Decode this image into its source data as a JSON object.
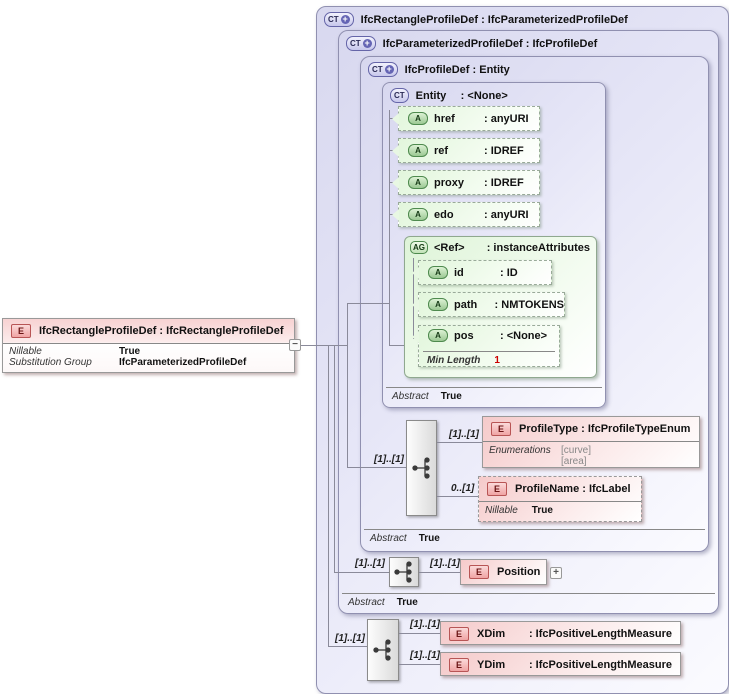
{
  "types": [
    {
      "badge_text": "CT",
      "plus_glyph": "+",
      "title": "IfcRectangleProfileDef : IfcParameterizedProfileDef"
    },
    {
      "badge_text": "CT",
      "plus_glyph": "+",
      "title": "IfcParameterizedProfileDef : IfcProfileDef",
      "abstract_label": "Abstract",
      "abstract_value": "True"
    },
    {
      "badge_text": "CT",
      "plus_glyph": "+",
      "title": "IfcProfileDef : Entity",
      "abstract_label": "Abstract",
      "abstract_value": "True"
    },
    {
      "badge_text": "CT",
      "name": "Entity",
      "type": ": <None>",
      "abstract_label": "Abstract",
      "abstract_value": "True"
    }
  ],
  "entity_attrs": [
    {
      "badge": "A",
      "name": "href",
      "type": ": anyURI"
    },
    {
      "badge": "A",
      "name": "ref",
      "type": ": IDREF"
    },
    {
      "badge": "A",
      "name": "proxy",
      "type": ": IDREF"
    },
    {
      "badge": "A",
      "name": "edo",
      "type": ": anyURI"
    }
  ],
  "attr_group": {
    "badge": "AG",
    "name": "<Ref>",
    "type": ": instanceAttributes",
    "attrs": [
      {
        "badge": "A",
        "name": "id",
        "type": ": ID"
      },
      {
        "badge": "A",
        "name": "path",
        "type": ": NMTOKENS"
      },
      {
        "badge": "A",
        "name": "pos",
        "type": ": <None>",
        "facet_label": "Min Length",
        "facet_value": "1"
      }
    ]
  },
  "root": {
    "badge": "E",
    "title": "IfcRectangleProfileDef : IfcRectangleProfileDef",
    "collapse_glyph": "−",
    "props": [
      {
        "label": "Nillable",
        "value": "True"
      },
      {
        "label": "Substitution Group",
        "value": "IfcParameterizedProfileDef"
      }
    ]
  },
  "seq_cards": {
    "s1": "[1]..[1]",
    "s2": "[1]..[1]",
    "s3": "[1]..[1]"
  },
  "children": {
    "profile_type": {
      "card": "[1]..[1]",
      "badge": "E",
      "title": "ProfileType : IfcProfileTypeEnum",
      "enum_label": "Enumerations",
      "enums": [
        "[curve]",
        "[area]"
      ]
    },
    "profile_name": {
      "card": "0..[1]",
      "badge": "E",
      "title": "ProfileName : IfcLabel",
      "prop_label": "Nillable",
      "prop_value": "True"
    },
    "position": {
      "card": "[1]..[1]",
      "badge": "E",
      "title": "Position",
      "expand_glyph": "+"
    },
    "xdim": {
      "card": "[1]..[1]",
      "badge": "E",
      "name": "XDim",
      "type": ": IfcPositiveLengthMeasure"
    },
    "ydim": {
      "card": "[1]..[1]",
      "badge": "E",
      "name": "YDim",
      "type": ": IfcPositiveLengthMeasure"
    }
  },
  "colors": {
    "complex_type_fill": "#e3e3f6",
    "attribute_fill": "#e2f6dc",
    "element_fill": "#f5caca",
    "facet_value_red": "#cc0000",
    "connector": "#8a8a9a"
  }
}
